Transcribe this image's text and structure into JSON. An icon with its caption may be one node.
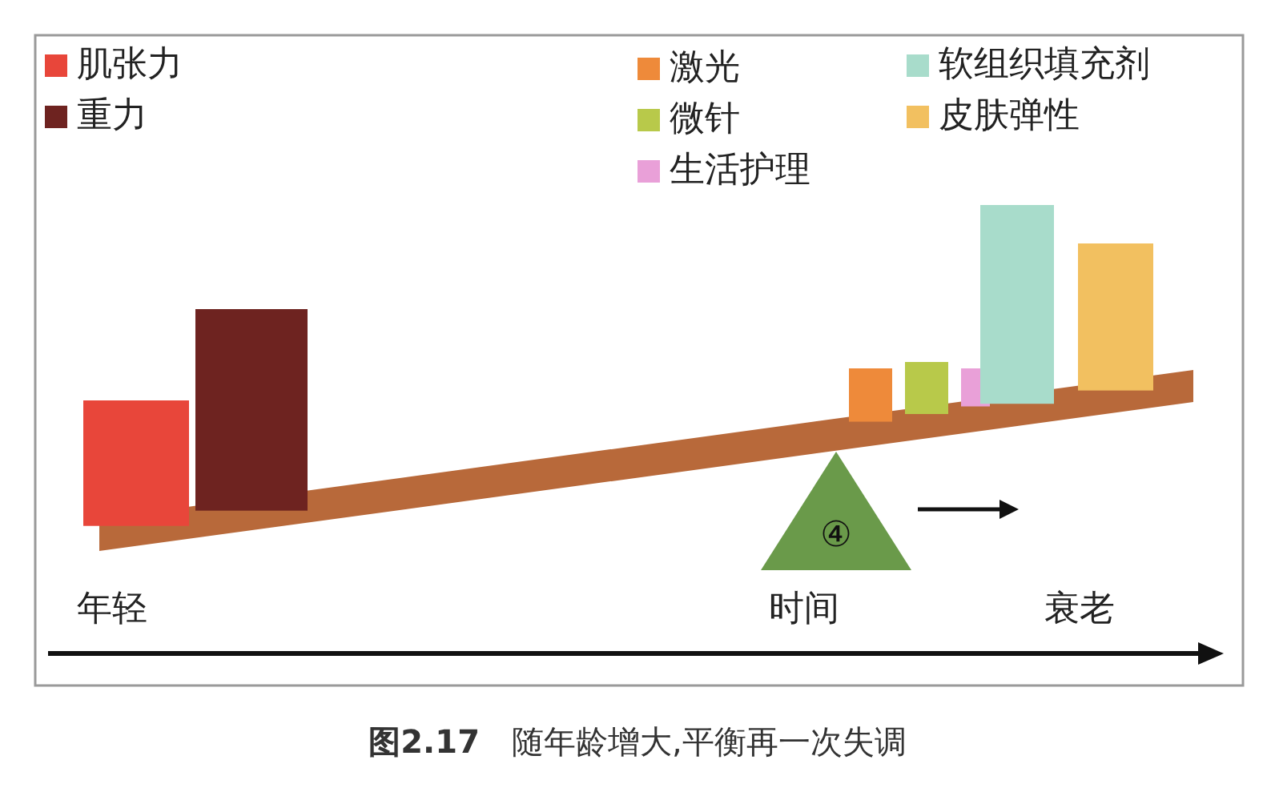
{
  "diagram": {
    "caption": "**图2.17**　随年龄增大,平衡再一次失调",
    "nodes": [
      {
        "text": [
          "④"
        ]
      }
    ],
    "labels": [
      "年轻",
      "时间",
      "衰老"
    ],
    "legend": [
      {
        "text": "肌张力",
        "color": "#e8463a"
      },
      {
        "text": "重力",
        "color": "#6e2320"
      },
      {
        "text": "激光",
        "color": "#ee8a3a"
      },
      {
        "text": "微针",
        "color": "#b8c94a"
      },
      {
        "text": "生活护理",
        "color": "#e9a0d8"
      },
      {
        "text": "软组织填充剂",
        "color": "#a8dccb"
      },
      {
        "text": "皮肤弹性",
        "color": "#f2c060"
      }
    ]
  }
}
